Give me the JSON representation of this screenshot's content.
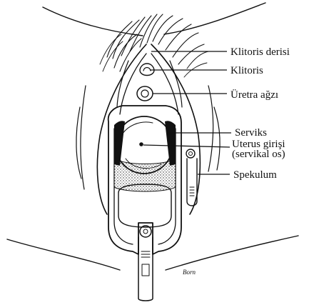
{
  "labels": {
    "clitoral_hood": "Klitoris derisi",
    "clitoris": "Klitoris",
    "urethral_opening": "Üretra ağzı",
    "cervix": "Serviks",
    "uterine_opening_line1": "Uterus girişi",
    "uterine_opening_line2": "(servikal os)",
    "speculum": "Spekulum"
  },
  "signature": "Born",
  "colors": {
    "ink": "#111111",
    "background": "#ffffff"
  }
}
